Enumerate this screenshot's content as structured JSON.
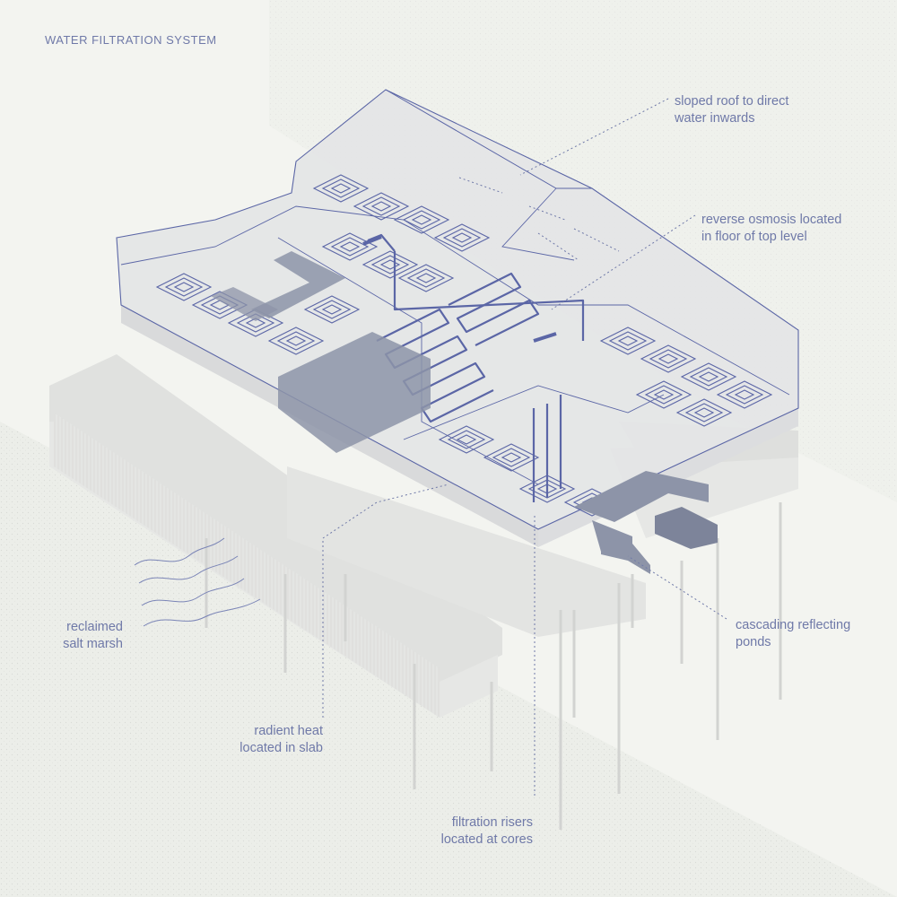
{
  "title": "WATER FILTRATION SYSTEM",
  "colors": {
    "background": "#f3f4f0",
    "outline": "#5b66a6",
    "label": "#6f79a8",
    "slab": "#e1e2e0",
    "dark_block": "#8d94a8"
  },
  "labels": {
    "roof": {
      "lines": [
        "sloped roof to direct",
        "water inwards"
      ]
    },
    "ro": {
      "lines": [
        "reverse osmosis located",
        "in floor of top level"
      ]
    },
    "marsh": {
      "lines": [
        "reclaimed",
        "salt marsh"
      ]
    },
    "ponds": {
      "lines": [
        "cascading reflecting",
        "ponds"
      ]
    },
    "heat": {
      "lines": [
        "radient heat",
        "located in slab"
      ]
    },
    "risers": {
      "lines": [
        "filtration risers",
        "located at cores"
      ]
    }
  }
}
